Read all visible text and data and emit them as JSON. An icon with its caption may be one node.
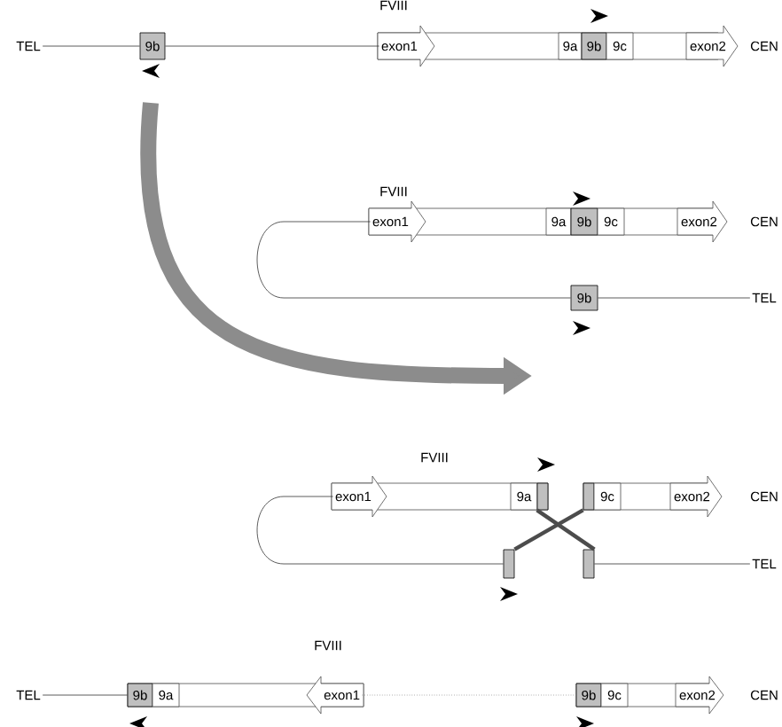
{
  "diagram": {
    "nodes": [
      {
        "text": [
          "9b"
        ]
      },
      {
        "text": [
          "exon1"
        ]
      },
      {
        "text": [
          "9a"
        ]
      },
      {
        "text": [
          "9b"
        ]
      },
      {
        "text": [
          "9c"
        ]
      },
      {
        "text": [
          "exon2"
        ]
      },
      {
        "text": [
          "exon1"
        ]
      },
      {
        "text": [
          "9a"
        ]
      },
      {
        "text": [
          "9b"
        ]
      },
      {
        "text": [
          "9c"
        ]
      },
      {
        "text": [
          "exon2"
        ]
      },
      {
        "text": [
          "9b"
        ]
      },
      {
        "text": [
          "exon1"
        ]
      },
      {
        "text": [
          "9a"
        ]
      },
      {
        "text": [],
        "shape": "box"
      },
      {
        "text": [],
        "shape": "box"
      },
      {
        "text": [
          "9c"
        ]
      },
      {
        "text": [
          "exon2"
        ]
      },
      {
        "text": [],
        "shape": "box"
      },
      {
        "text": [],
        "shape": "box"
      },
      {
        "text": [
          "9b"
        ]
      },
      {
        "text": [
          "9a"
        ]
      },
      {
        "text": [
          "exon1"
        ]
      },
      {
        "text": [
          "9b"
        ]
      },
      {
        "text": [
          "9c"
        ]
      },
      {
        "text": [
          "exon2"
        ]
      },
      {
        "text": [
          "TEL"
        ]
      },
      {
        "text": [
          "TEL"
        ]
      },
      {
        "text": [
          "TEL"
        ]
      },
      {
        "text": [
          "TEL"
        ]
      }
    ],
    "edges": [
      {
        "from": 0,
        "to": 1,
        "arrow": "none"
      },
      {
        "from": 6,
        "to": 11,
        "arrow": "none"
      },
      {
        "from": 12,
        "to": 18,
        "arrow": "none"
      },
      {
        "from": 14,
        "to": 19,
        "arrow": "none",
        "style": "thick"
      },
      {
        "from": 18,
        "to": 15,
        "arrow": "none",
        "style": "thick"
      },
      {
        "from": 22,
        "to": 23,
        "arrow": "none",
        "style": "dashed"
      },
      {
        "from": 26,
        "to": 0,
        "arrow": "none"
      },
      {
        "from": 11,
        "to": 27,
        "arrow": "none"
      },
      {
        "from": 19,
        "to": 28,
        "arrow": "none"
      },
      {
        "from": 29,
        "to": 20,
        "arrow": "none"
      }
    ],
    "labels": [
      "FVIII",
      "CEN",
      "FVIII",
      "CEN",
      "FVIII",
      "CEN",
      "FVIII",
      "CEN"
    ]
  }
}
